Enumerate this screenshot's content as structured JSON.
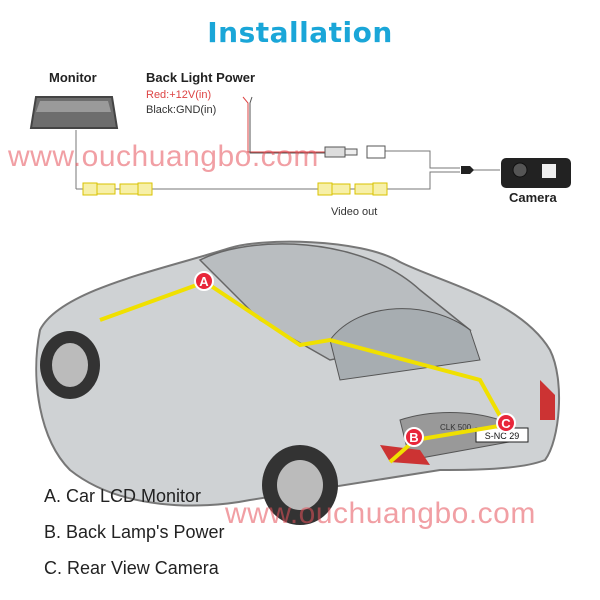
{
  "title": "Installation",
  "wiring": {
    "monitor_label": "Monitor",
    "power_label": "Back Light Power",
    "red_wire": "Red:+12V(in)",
    "black_wire": "Black:GND(in)",
    "camera_label": "Camera",
    "video_label": "Video out"
  },
  "watermark": "www.ouchuangbo.com",
  "car": {
    "markers": [
      "A",
      "B",
      "C"
    ],
    "model_badge": "CLK 500",
    "plate": "S-NC 29"
  },
  "legend": [
    "A. Car LCD Monitor",
    "B. Back Lamp's Power",
    "C. Rear View Camera"
  ],
  "colors": {
    "title": "#1aa6d8",
    "red_wire": "#d44",
    "video_cable": "#e8d000",
    "marker": "#e8263a",
    "watermark": "#e6505a"
  }
}
